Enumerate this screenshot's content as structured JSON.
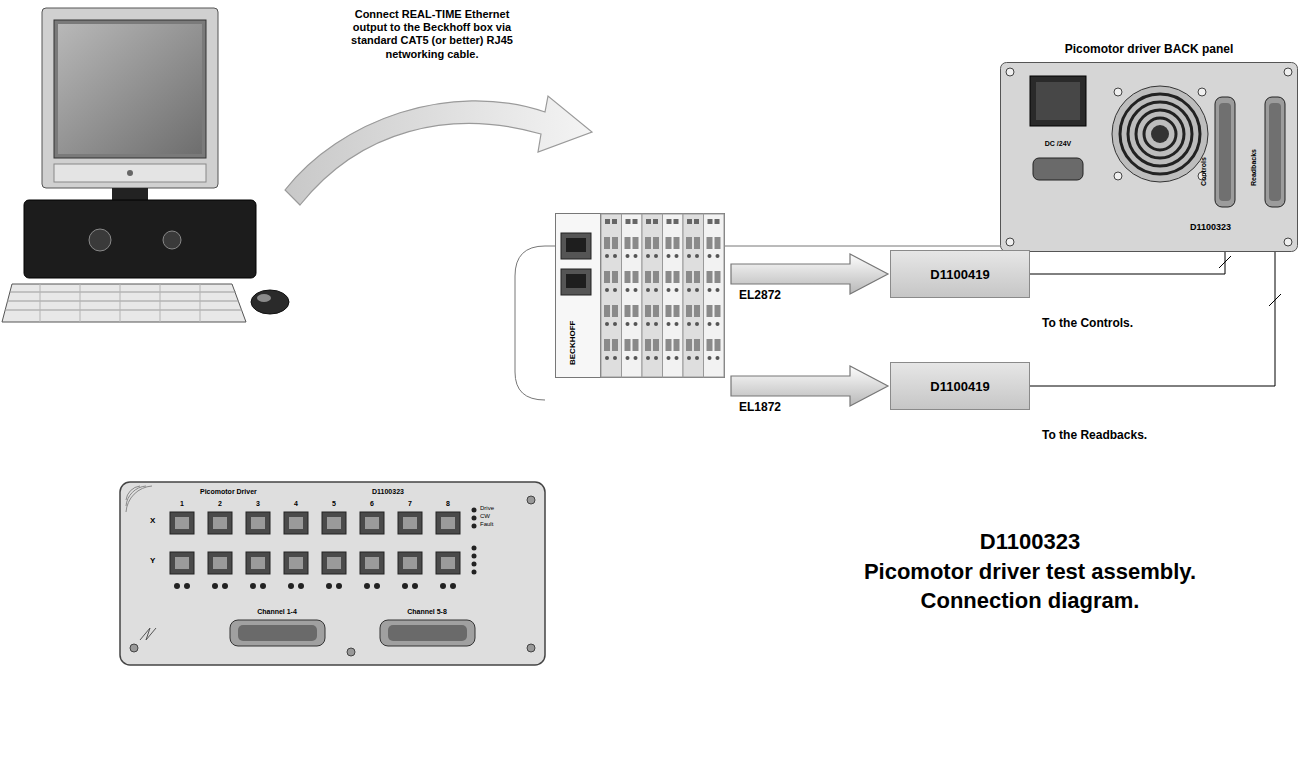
{
  "diagram": {
    "title": "D1100323",
    "caption": "Picomotor driver test assembly. Connection diagram.",
    "nodes": [
      {
        "text": [
          "Picomotor driver BACK panel",
          "DC /24V",
          "Controls",
          "Readbacks",
          "D1100323"
        ]
      },
      {
        "text": [
          "BECKHOFF"
        ]
      },
      {
        "text": [
          "D1100419"
        ]
      },
      {
        "text": [
          "D1100419"
        ]
      }
    ],
    "edges": [
      {
        "from": 1,
        "to": 2,
        "arrow": "to",
        "label": "EL2872"
      },
      {
        "from": 1,
        "to": 3,
        "arrow": "to",
        "label": "EL1872"
      },
      {
        "from": 2,
        "to": 0,
        "arrow": "none",
        "label": "To the Controls."
      },
      {
        "from": 3,
        "to": 0,
        "arrow": "none",
        "label": "To the Readbacks."
      }
    ],
    "labels": [
      "Connect REAL-TIME Ethernet output to the Beckhoff box via standard CAT5 (or better) RJ45 networking cable.",
      "Picomotor Driver",
      "D1100323",
      "1",
      "2",
      "3",
      "4",
      "5",
      "6",
      "7",
      "8",
      "X",
      "Y",
      "Drive",
      "CW",
      "Fault",
      "Channel 1-4",
      "Channel 5-8"
    ]
  }
}
